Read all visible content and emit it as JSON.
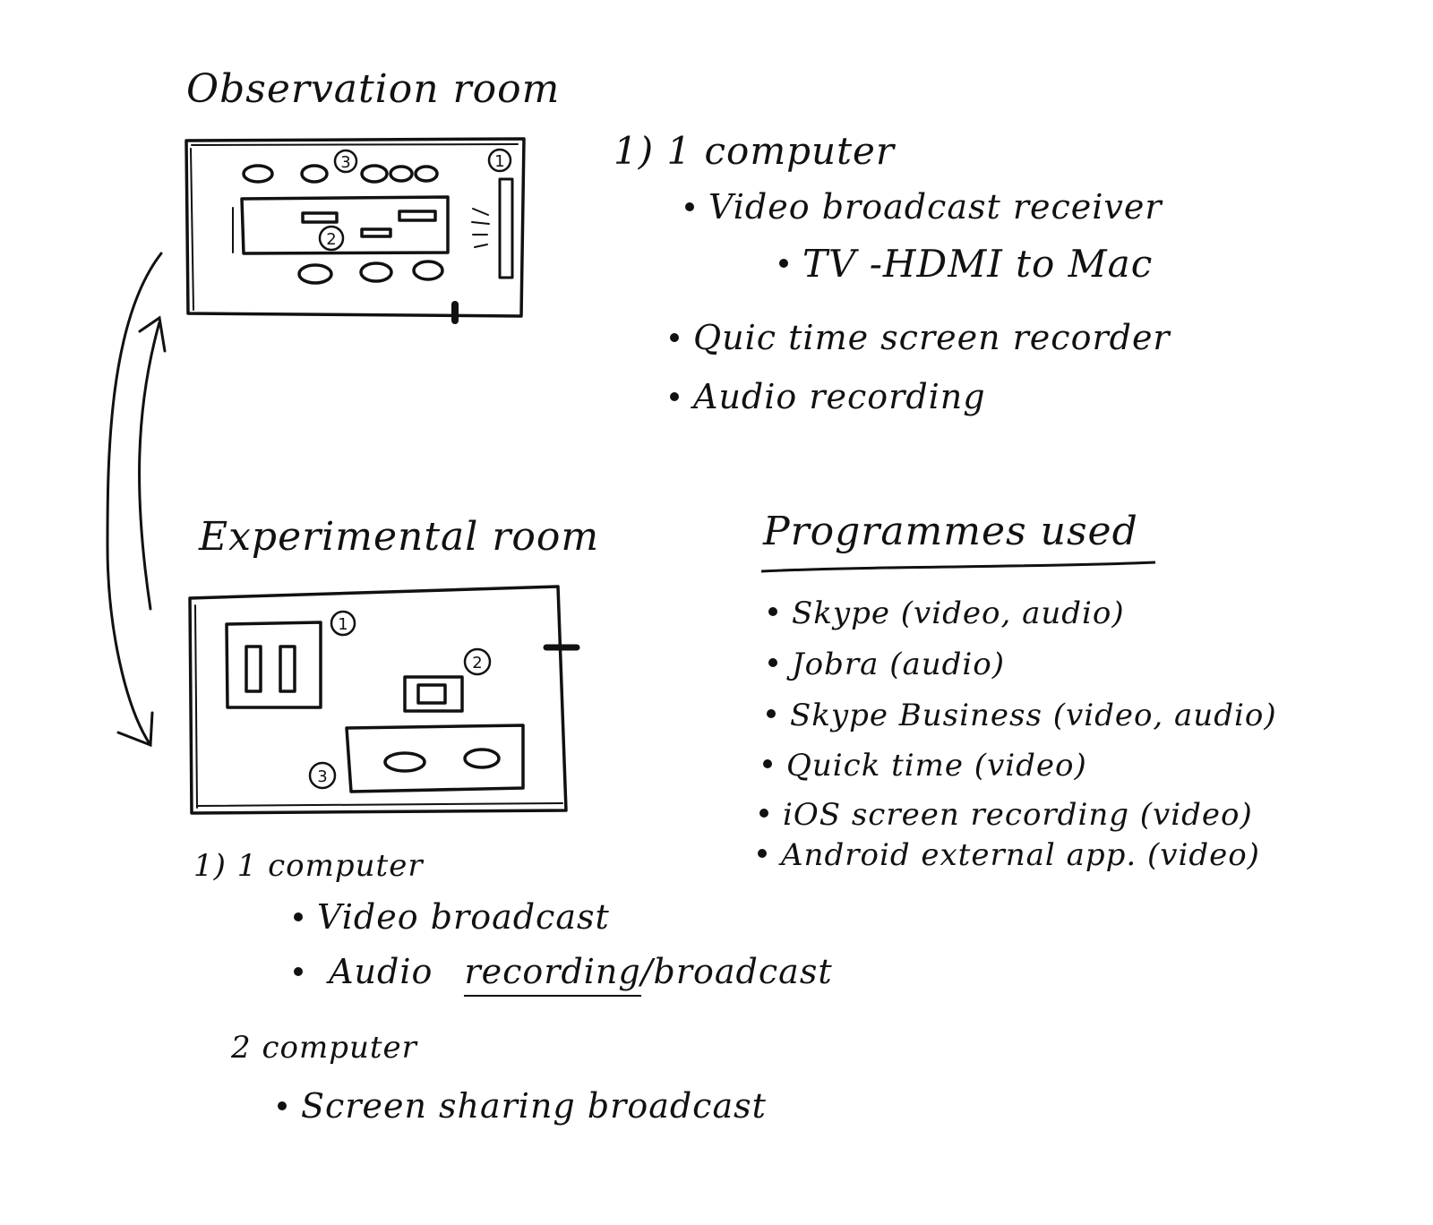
{
  "observation": {
    "title": "Observation room",
    "markers": [
      "1",
      "2",
      "3"
    ],
    "computer_heading": "1) 1 computer",
    "bullets": [
      "Video broadcast receiver",
      "Quic time screen recorder",
      "Audio recording"
    ],
    "sub_bullet": "TV -HDMI to Mac"
  },
  "experimental": {
    "title": "Experimental room",
    "markers": [
      "1",
      "2",
      "3"
    ],
    "computer1_heading": "1) 1 computer",
    "computer1_bullets": [
      "Video broadcast"
    ],
    "audio_prefix": "Audio",
    "audio_recording": "recording",
    "audio_suffix": "/broadcast",
    "computer2_heading": "2 computer",
    "computer2_bullets": [
      "Screen sharing broadcast"
    ]
  },
  "programmes": {
    "heading": "Programmes used",
    "items": [
      "Skype (video, audio)",
      "Jobra (audio)",
      "Skype Business (video, audio)",
      "Quick time (video)",
      "iOS screen recording (video)",
      "Android external app. (video)"
    ]
  }
}
